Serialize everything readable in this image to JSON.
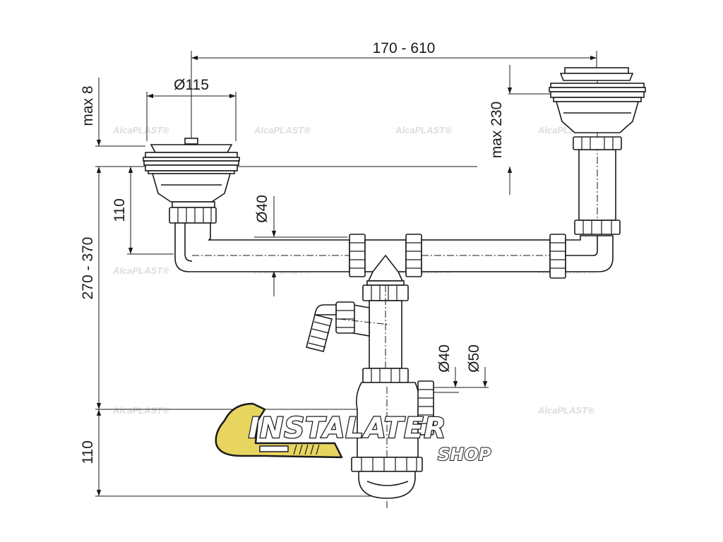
{
  "watermark": {
    "text": "AlcaPLAST®"
  },
  "logo": {
    "line1": "INSTALATER",
    "line2": "SHOP",
    "accent_color": "#e8d560",
    "outline_color": "#1a1a1a"
  },
  "dimensions": {
    "sink_distance": "170 - 610",
    "strainer_diameter": "Ø115",
    "max_lift": "max 8",
    "max_height_right": "max 230",
    "pipe_height": "110",
    "outlet_height": "270 - 370",
    "pipe_diameter": "Ø40",
    "outlet_diameter_small": "Ø40",
    "outlet_diameter_large": "Ø50",
    "trap_height": "110"
  },
  "colors": {
    "line": "#1a1a1a",
    "background": "#ffffff",
    "watermark": "#dcdcdc"
  }
}
